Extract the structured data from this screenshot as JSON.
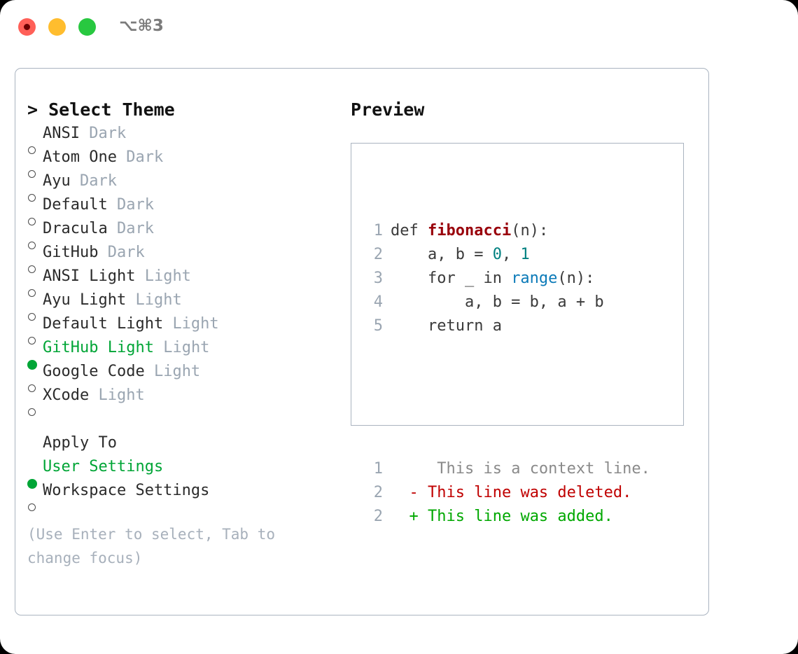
{
  "titlebar": {
    "shortcut": "⌥⌘3",
    "buttons": [
      "close",
      "minimize",
      "maximize"
    ]
  },
  "left": {
    "heading": "> Select Theme",
    "themes": [
      {
        "name": "ANSI",
        "badge": "Dark",
        "selected": false
      },
      {
        "name": "Atom One",
        "badge": "Dark",
        "selected": false
      },
      {
        "name": "Ayu",
        "badge": "Dark",
        "selected": false
      },
      {
        "name": "Default",
        "badge": "Dark",
        "selected": false
      },
      {
        "name": "Dracula",
        "badge": "Dark",
        "selected": false
      },
      {
        "name": "GitHub",
        "badge": "Dark",
        "selected": false
      },
      {
        "name": "ANSI Light",
        "badge": "Light",
        "selected": false
      },
      {
        "name": "Ayu Light",
        "badge": "Light",
        "selected": false
      },
      {
        "name": "Default Light",
        "badge": "Light",
        "selected": false
      },
      {
        "name": "GitHub Light",
        "badge": "Light",
        "selected": true
      },
      {
        "name": "Google Code",
        "badge": "Light",
        "selected": false
      },
      {
        "name": "XCode",
        "badge": "Light",
        "selected": false
      }
    ],
    "apply_to_heading": "Apply To",
    "apply_to": [
      {
        "name": "User Settings",
        "selected": true
      },
      {
        "name": "Workspace Settings",
        "selected": false
      }
    ],
    "hint": "(Use Enter to select, Tab to change focus)"
  },
  "right": {
    "title": "Preview",
    "code_lines": [
      {
        "no": "1",
        "parts": [
          {
            "t": "def ",
            "c": "plain"
          },
          {
            "t": "fibonacci",
            "c": "fn"
          },
          {
            "t": "(n):",
            "c": "plain"
          }
        ]
      },
      {
        "no": "2",
        "parts": [
          {
            "t": "    a, b = ",
            "c": "plain"
          },
          {
            "t": "0",
            "c": "num"
          },
          {
            "t": ", ",
            "c": "plain"
          },
          {
            "t": "1",
            "c": "num"
          }
        ]
      },
      {
        "no": "3",
        "parts": [
          {
            "t": "    for _ in ",
            "c": "plain"
          },
          {
            "t": "range",
            "c": "call"
          },
          {
            "t": "(n):",
            "c": "plain"
          }
        ]
      },
      {
        "no": "4",
        "parts": [
          {
            "t": "        a, b = b, a + b",
            "c": "plain"
          }
        ]
      },
      {
        "no": "5",
        "parts": [
          {
            "t": "    return a",
            "c": "plain"
          }
        ]
      }
    ],
    "diff_lines": [
      {
        "no": "1",
        "marker": " ",
        "text": "  This is a context line.",
        "kind": "ctx"
      },
      {
        "no": "2",
        "marker": "-",
        "text": " This line was deleted.",
        "kind": "del"
      },
      {
        "no": "2",
        "marker": "+",
        "text": " This line was added.",
        "kind": "add"
      }
    ]
  },
  "colors": {
    "accent_green": "#00A536",
    "border": "#aab4c0",
    "muted": "#9aa5b1",
    "diff_delete": "#c00000",
    "diff_add": "#00A800",
    "token_function": "#99000b",
    "token_number": "#008080",
    "token_call": "#0b7ab8"
  }
}
